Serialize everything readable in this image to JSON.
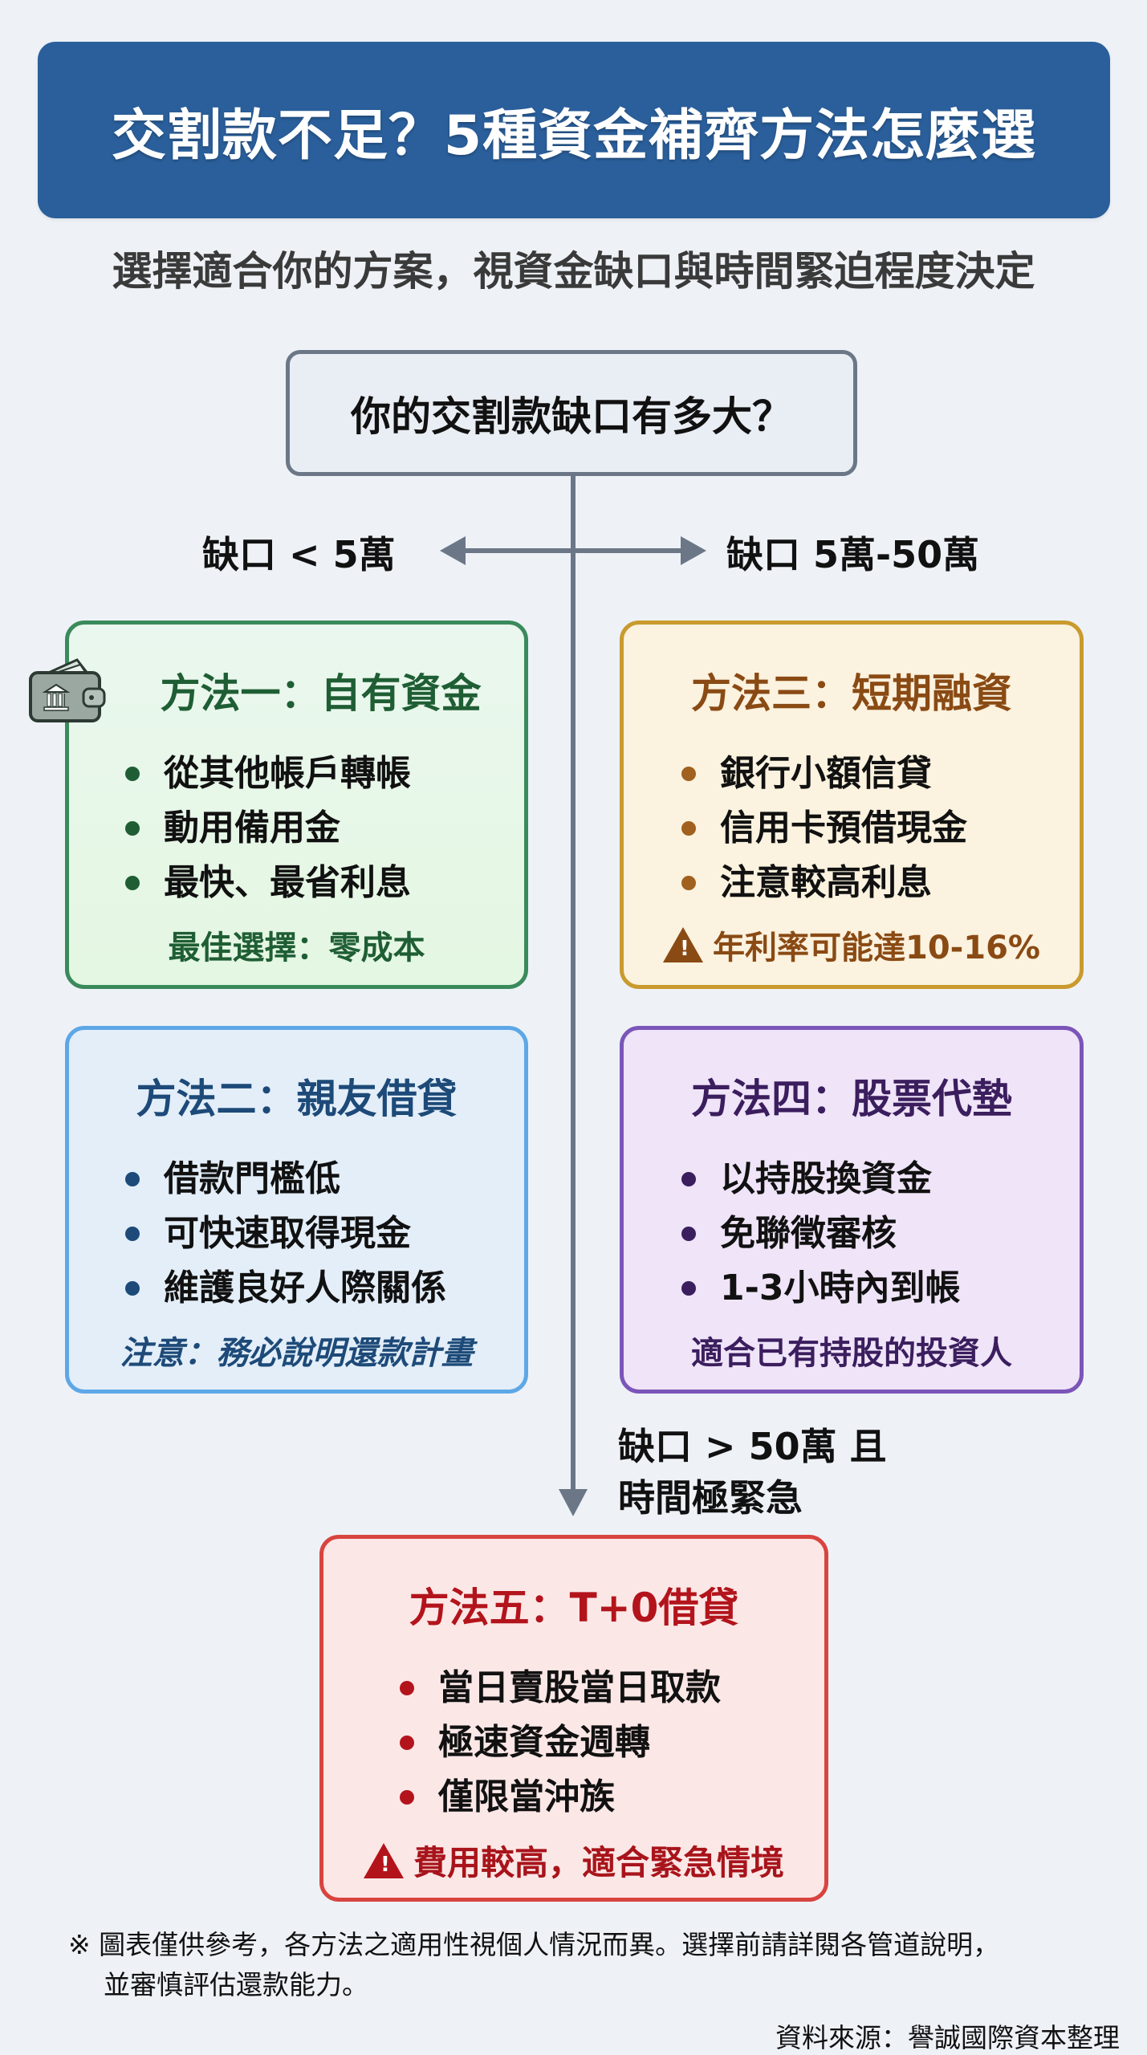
{
  "header": {
    "title": "交割款不足？5種資金補齊方法怎麼選"
  },
  "subtitle": "選擇適合你的方案，視資金缺口與時間緊迫程度決定",
  "question": "你的交割款缺口有多大？",
  "branches": {
    "left": "缺口 < 5萬",
    "right": "缺口 5萬-50萬",
    "bottom_line1": "缺口 > 50萬 且",
    "bottom_line2": "時間極緊急"
  },
  "methods": [
    {
      "title": "方法一：自有資金",
      "icon": "wallet-bank-icon",
      "bullets": [
        "從其他帳戶轉帳",
        "動用備用金",
        "最快、最省利息"
      ],
      "note": "最佳選擇：零成本",
      "color": "#3a8a5c"
    },
    {
      "title": "方法二：親友借貸",
      "bullets": [
        "借款門檻低",
        "可快速取得現金",
        "維護良好人際關係"
      ],
      "note": "注意：務必說明還款計畫",
      "color": "#5ea7e6"
    },
    {
      "title": "方法三：短期融資",
      "bullets": [
        "銀行小額信貸",
        "信用卡預借現金",
        "注意較高利息"
      ],
      "note": "年利率可能達10-16%",
      "note_icon": "warning-icon",
      "color": "#c99a2e"
    },
    {
      "title": "方法四：股票代墊",
      "bullets": [
        "以持股換資金",
        "免聯徵審核",
        "1-3小時內到帳"
      ],
      "note": "適合已有持股的投資人",
      "color": "#7b55b8"
    },
    {
      "title": "方法五：T+0借貸",
      "bullets": [
        "當日賣股當日取款",
        "極速資金週轉",
        "僅限當沖族"
      ],
      "note": "費用較高，適合緊急情境",
      "note_icon": "warning-icon",
      "color": "#d8443f"
    }
  ],
  "footer": {
    "note_line1": "※ 圖表僅供參考，各方法之適用性視個人情況而異。選擇前請詳閱各管道說明，",
    "note_line2": "並審慎評估還款能力。",
    "source": "資料來源：譽誠國際資本整理"
  },
  "colors": {
    "header_bg": "#2a5f9b",
    "connector": "#6b7787",
    "background": "#eef2f7"
  }
}
